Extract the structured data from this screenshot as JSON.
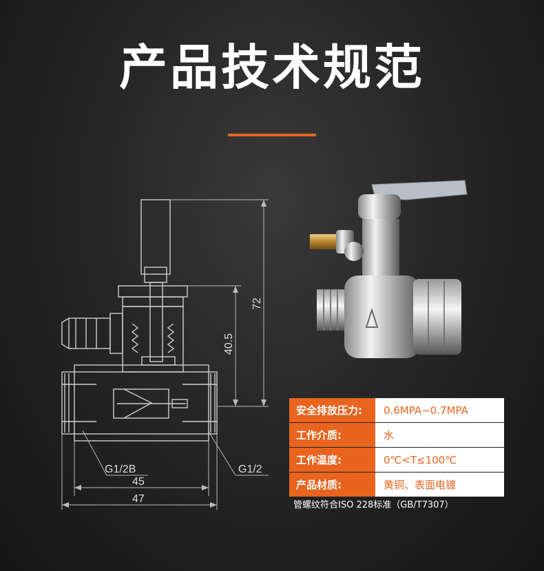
{
  "title": "产品技术规范",
  "drawing": {
    "dim_height_total": "72",
    "dim_height_partial": "40.5",
    "dim_width_inner": "45",
    "dim_width_total": "47",
    "label_thread_left": "G1/2B",
    "label_thread_right": "G1/2"
  },
  "specs": [
    {
      "label": "安全排放压力:",
      "value": "0.6MPA~0.7MPA"
    },
    {
      "label": "工作介质:",
      "value": "水"
    },
    {
      "label": "工作温度:",
      "value": "0℃<T≤100℃"
    },
    {
      "label": "产品材质:",
      "value": "黄铜、表面电镀"
    }
  ],
  "note": "管螺纹符合ISO 228标准（GB/T7307）",
  "colors": {
    "accent": "#e8641f",
    "background": "#262626"
  }
}
